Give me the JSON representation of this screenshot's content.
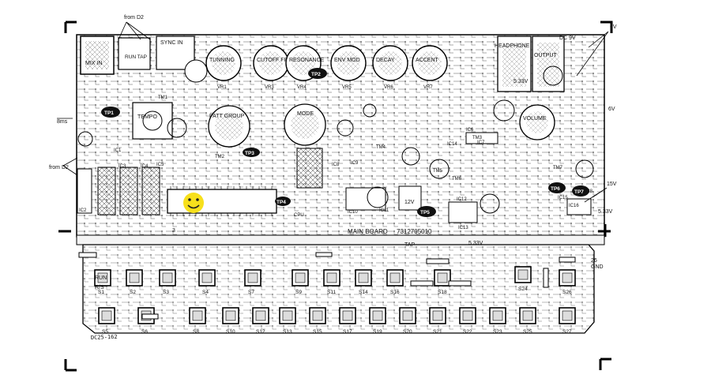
{
  "board": {
    "title": "MAIN BOARD",
    "part_number": "7312705010",
    "alt_code": "DC25-162"
  },
  "annotations": {
    "from_d2_top": "from D2",
    "from_d2_left": "from D2",
    "v6_top": "6V",
    "v6_right": "6V",
    "v15": "15V",
    "v533_right": "5.33V",
    "v533_mid": "5.33V",
    "v533_board": "5.33V",
    "v12": "12V",
    "ms8": "8ms",
    "dc9v": "DC 9V"
  },
  "jacks": {
    "mix_in": "MIX IN",
    "run_tap": "RUN TAP",
    "sync_in": "SYNC IN",
    "headphone": "HEADPHONE",
    "output": "OUTPUT"
  },
  "knobs": [
    {
      "label": "TUNNING",
      "ref": "VR1"
    },
    {
      "label": "CUTOFF FREQ",
      "ref": "VR3"
    },
    {
      "label": "RESONANCE",
      "ref": "VR4"
    },
    {
      "label": "ENV MOD",
      "ref": "VR5"
    },
    {
      "label": "DECAY",
      "ref": "VR6"
    },
    {
      "label": "ACCENT",
      "ref": "VR7"
    }
  ],
  "controls": {
    "tempo": "TEMPO",
    "pattern_group": "PATT GROUP",
    "mode": "MODE",
    "volume": "VOLUME"
  },
  "testpoints": [
    "TP1",
    "TP2",
    "TP3",
    "TP4",
    "TP5",
    "TP6",
    "TP7"
  ],
  "ics": [
    "IC1",
    "IC2",
    "IC3",
    "IC4",
    "IC5",
    "IC6",
    "IC7",
    "IC8",
    "IC9",
    "IC10",
    "IC11",
    "IC12",
    "IC13",
    "IC14",
    "IC15",
    "IC16",
    "CPU"
  ],
  "transistors": [
    "TM1",
    "TM2",
    "TM3",
    "TM4",
    "TM5",
    "TM6",
    "TM7",
    "TM8"
  ],
  "switch_row_top": [
    "S1",
    "S2",
    "S3",
    "S4",
    "S7",
    "S9",
    "S11",
    "S14",
    "S16",
    "S18",
    "S24",
    "S26"
  ],
  "switch_row_bottom": [
    "S5",
    "S6",
    "S8",
    "S10",
    "S12",
    "S13",
    "S15",
    "S17",
    "S19",
    "S20",
    "S21",
    "S22",
    "S23",
    "S25",
    "S27"
  ],
  "side_labels": {
    "run": "RUN",
    "rs": "R/S",
    "tap": "TAP",
    "gnd": "GND",
    "num26": "26",
    "num3": "3"
  }
}
